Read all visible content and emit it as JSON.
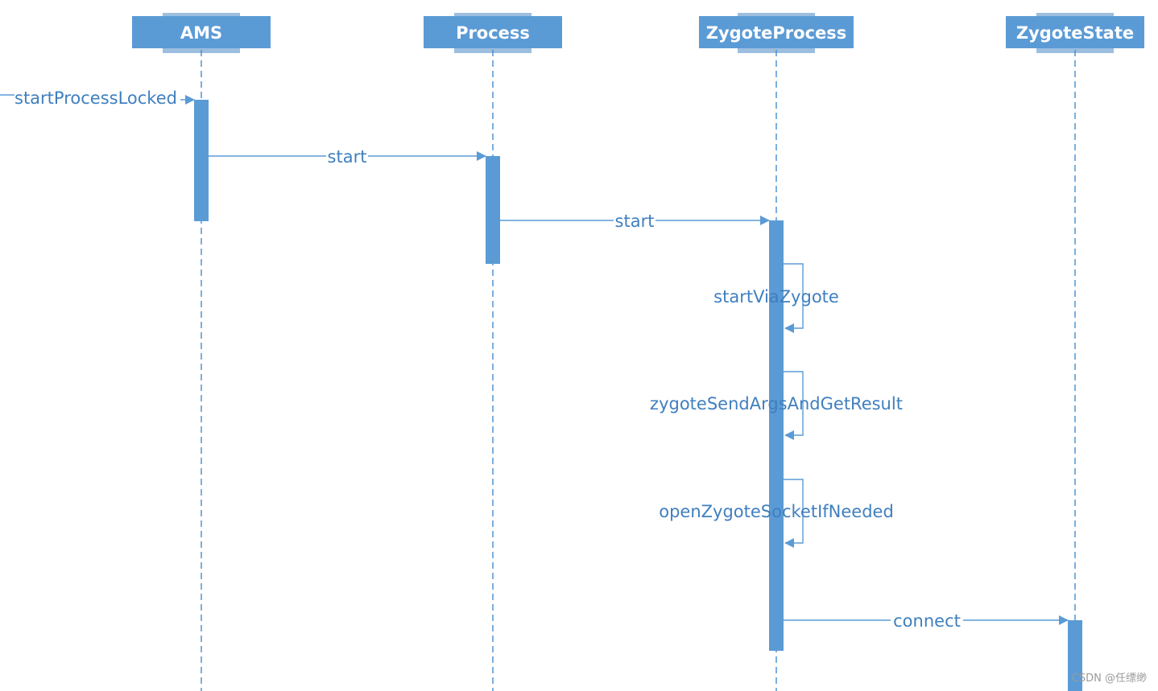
{
  "diagram": {
    "lifelines": [
      {
        "id": "ams",
        "label": "AMS"
      },
      {
        "id": "process",
        "label": "Process"
      },
      {
        "id": "zygoteprocess",
        "label": "ZygoteProcess"
      },
      {
        "id": "zygotestate",
        "label": "ZygoteState"
      }
    ],
    "messages": [
      {
        "id": "m-startprocesslocked",
        "label": "startProcessLocked",
        "from": "external",
        "to": "ams"
      },
      {
        "id": "m-start-1",
        "label": "start",
        "from": "ams",
        "to": "process"
      },
      {
        "id": "m-start-2",
        "label": "start",
        "from": "process",
        "to": "zygoteprocess"
      },
      {
        "id": "m-startviazygote",
        "label": "startViaZygote",
        "from": "zygoteprocess",
        "to": "zygoteprocess"
      },
      {
        "id": "m-zygotesendargs",
        "label": "zygoteSendArgsAndGetResult",
        "from": "zygoteprocess",
        "to": "zygoteprocess"
      },
      {
        "id": "m-openzygotesocket",
        "label": "openZygoteSocketIfNeeded",
        "from": "zygoteprocess",
        "to": "zygoteprocess"
      },
      {
        "id": "m-connect",
        "label": "connect",
        "from": "zygoteprocess",
        "to": "zygotestate"
      }
    ]
  },
  "watermark": "CSDN @任缥缈"
}
